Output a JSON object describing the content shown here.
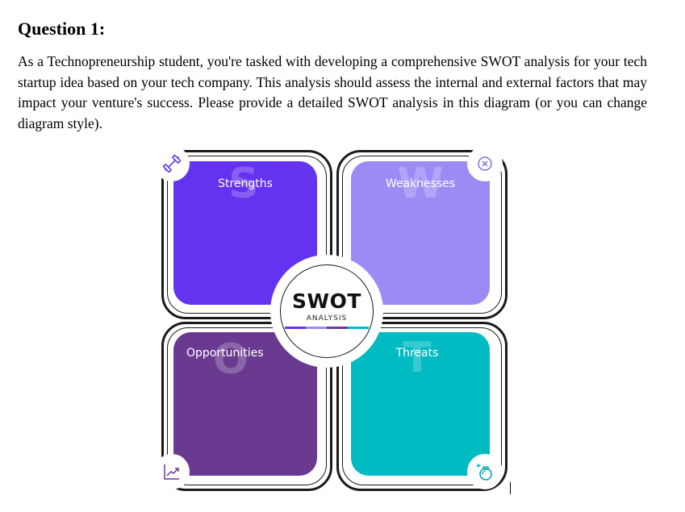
{
  "question": {
    "heading": "Question 1:",
    "body": "As a Technopreneurship student, you're tasked with developing a comprehensive SWOT analysis for your tech startup idea based on your tech company. This analysis should assess the internal and external factors that may impact your venture's success. Please provide a detailed SWOT analysis in this diagram (or you can change diagram style)."
  },
  "swot": {
    "center_title": "SWOT",
    "center_subtitle": "ANALYSIS",
    "quadrants": [
      {
        "letter": "S",
        "label": "Strengths",
        "color": "#6433f0",
        "icon": "dumbbell-icon"
      },
      {
        "letter": "W",
        "label": "Weaknesses",
        "color": "#9b8cf5",
        "icon": "close-circle-icon"
      },
      {
        "letter": "O",
        "label": "Opportunities",
        "color": "#6a3a90",
        "icon": "trend-up-icon"
      },
      {
        "letter": "T",
        "label": "Threats",
        "color": "#00bbc2",
        "icon": "bomb-icon"
      }
    ],
    "accent_colors": [
      "#6433f0",
      "#9b8cf5",
      "#6a3a90",
      "#00bbc2"
    ]
  }
}
